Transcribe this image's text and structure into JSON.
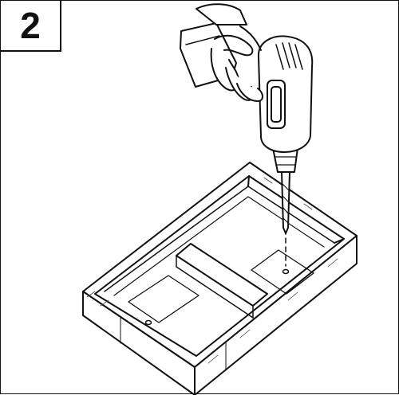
{
  "step": {
    "number": "2"
  },
  "illustration": {
    "subject": "hand-holding-drill",
    "target": "two-compartment-tray",
    "colors": {
      "line": "#111111",
      "background": "#ffffff",
      "hatch": "#444444"
    }
  }
}
